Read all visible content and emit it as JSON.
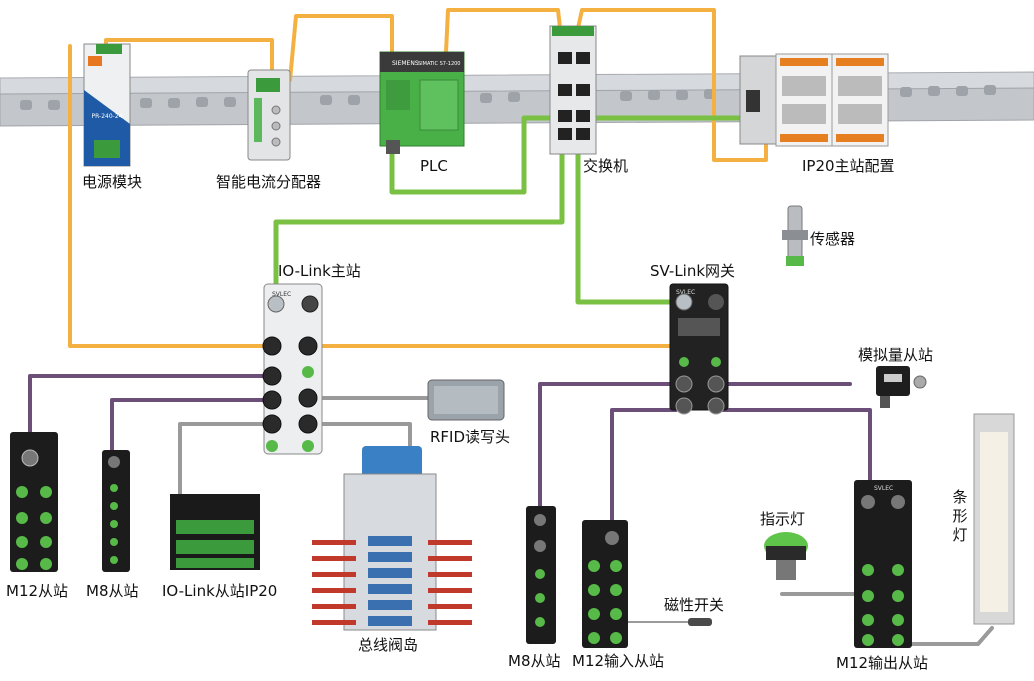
{
  "colors": {
    "orange": "#f5b042",
    "green": "#7ac143",
    "purple": "#6b4f78",
    "gray": "#9a9a9a",
    "rail": "#c9cdd2",
    "device_dark": "#1d1d1d",
    "device_light": "#e4e6e8",
    "port_green": "#57b947"
  },
  "labels": {
    "power": "电源模块",
    "distributor": "智能电流分配器",
    "plc": "PLC",
    "switch": "交换机",
    "ip20_master": "IP20主站配置",
    "sensor": "传感器",
    "iolink_master": "IO-Link主站",
    "sv_gateway": "SV-Link网关",
    "analog": "模拟量从站",
    "rfid": "RFID读写头",
    "indicator": "指示灯",
    "strip_light": "条形灯",
    "m12_slave": "M12从站",
    "m8_slave": "M8从站",
    "iolink_ip20": "IO-Link从站IP20",
    "valve_island": "总线阀岛",
    "m8_slave_2": "M8从站",
    "m12_input": "M12输入从站",
    "magnetic_switch": "磁性开关",
    "m12_output": "M12输出从站"
  },
  "device_marks": {
    "power_model": "PR-240-24",
    "plc_brand": "SIEMENS",
    "plc_model": "SIMATIC S7-1200",
    "iolink_brand": "SVLEC",
    "gateway_brand": "SVLEC",
    "output_brand": "SVLEC"
  }
}
